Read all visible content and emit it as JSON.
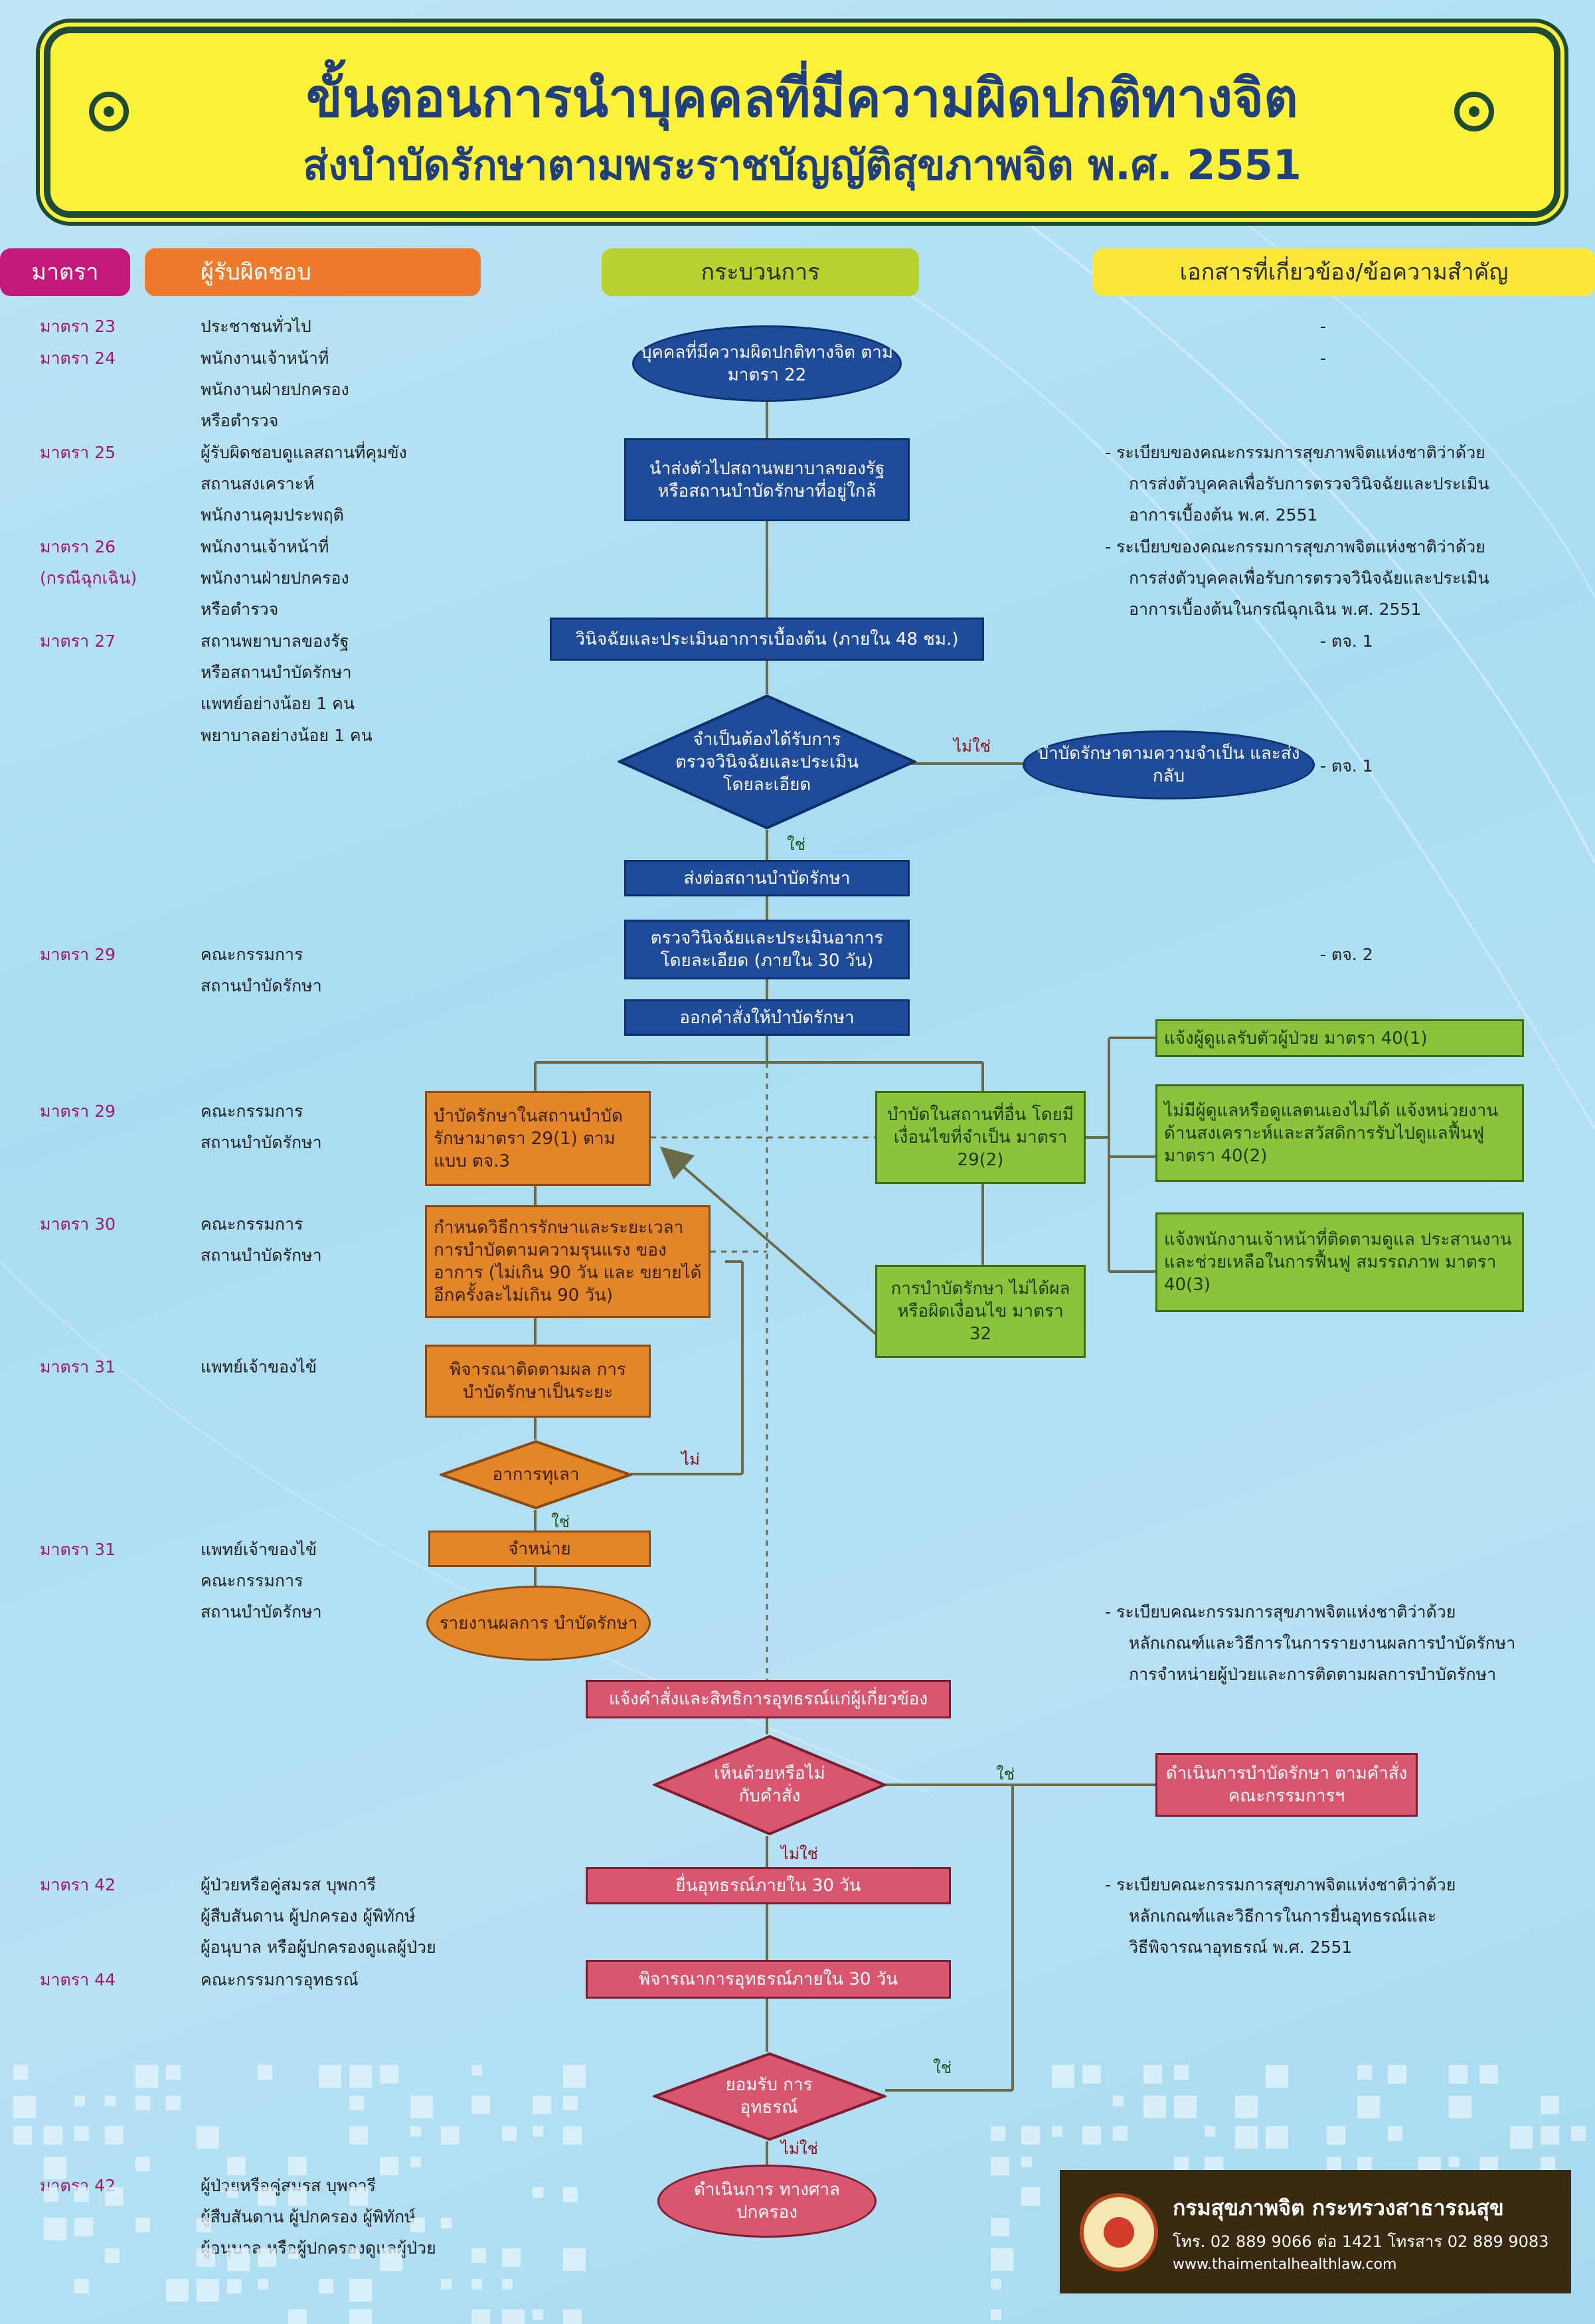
{
  "title": {
    "line1": "ขั้นตอนการนำบุคคลที่มีความผิดปกติทางจิต",
    "line2": "ส่งบำบัดรักษาตามพระราชบัญญัติสุขภาพจิต พ.ศ. 2551"
  },
  "headers": {
    "section": "มาตรา",
    "responsible": "ผู้รับผิดชอบ",
    "process": "กระบวนการ",
    "documents": "เอกสารที่เกี่ยวข้อง/ข้อความสำคัญ"
  },
  "sections": {
    "s23": "มาตรา 23",
    "s24": "มาตรา 24",
    "s25": "มาตรา 25",
    "s26": "มาตรา 26",
    "s26b": "(กรณีฉุกเฉิน)",
    "s27": "มาตรา 27",
    "s29a": "มาตรา 29",
    "s29b": "มาตรา 29",
    "s30": "มาตรา 30",
    "s31a": "มาตรา 31",
    "s31b": "มาตรา 31",
    "s42a": "มาตรา 42",
    "s44": "มาตรา 44",
    "s42b": "มาตรา 42"
  },
  "responsible": {
    "r23": "ประชาชนทั่วไป",
    "r24a": "พนักงานเจ้าหน้าที่",
    "r24b": "พนักงานฝ่ายปกครอง",
    "r24c": "หรือตำรวจ",
    "r25a": "ผู้รับผิดชอบดูแลสถานที่คุมขัง",
    "r25b": "สถานสงเคราะห์",
    "r25c": "พนักงานคุมประพฤติ",
    "r26a": "พนักงานเจ้าหน้าที่",
    "r26b": "พนักงานฝ่ายปกครอง",
    "r26c": "หรือตำรวจ",
    "r27a": "สถานพยาบาลของรัฐ",
    "r27b": "หรือสถานบำบัดรักษา",
    "r27c": "แพทย์อย่างน้อย 1 คน",
    "r27d": "พยาบาลอย่างน้อย 1 คน",
    "r29a1": "คณะกรรมการ",
    "r29a2": "สถานบำบัดรักษา",
    "r29b1": "คณะกรรมการ",
    "r29b2": "สถานบำบัดรักษา",
    "r30a": "คณะกรรมการ",
    "r30b": "สถานบำบัดรักษา",
    "r31a": "แพทย์เจ้าของไข้",
    "r31b1": "แพทย์เจ้าของไข้",
    "r31b2": "คณะกรรมการ",
    "r31b3": "สถานบำบัดรักษา",
    "r42a1": "ผู้ป่วยหรือคู่สมรส บุพการี",
    "r42a2": "ผู้สืบสันดาน ผู้ปกครอง ผู้พิทักษ์",
    "r42a3": "ผู้อนุบาล หรือผู้ปกครองดูแลผู้ป่วย",
    "r44": "คณะกรรมการอุทธรณ์",
    "r42b1": "ผู้ป่วยหรือคู่สมรส บุพการี",
    "r42b2": "ผู้สืบสันดาน ผู้ปกครอง ผู้พิทักษ์",
    "r42b3": "ผู้อนุบาล หรือผู้ปกครองดูแลผู้ป่วย"
  },
  "process": {
    "start": "บุคคลที่มีความผิดปกติทางจิต ตามมาตรา 22",
    "send": "นำส่งตัวไปสถานพยาบาลของรัฐ หรือสถานบำบัดรักษาที่อยู่ใกล้",
    "diagnose": "วินิจฉัยและประเมินอาการเบื้องต้น (ภายใน 48 ชม.)",
    "need_q": "จำเป็นต้องได้รับการ ตรวจวินิจฉัยและประเมิน โดยละเอียด",
    "treat_return": "บำบัดรักษาตามความจำเป็น และส่งกลับ",
    "forward": "ส่งต่อสถานบำบัดรักษา",
    "detail": "ตรวจวินิจฉัยและประเมินอาการ โดยละเอียด (ภายใน 30 วัน)",
    "order": "ออกคำสั่งให้บำบัดรักษา",
    "inpatient": "บำบัดรักษาในสถานบำบัด รักษามาตรา 29(1) ตามแบบ ตจ.3",
    "outpatient": "บำบัดในสถานที่อื่น โดยมีเงื่อนไขที่จำเป็น มาตรา 29(2)",
    "schedule": "กำหนดวิธีการรักษาและระยะเวลา การบำบัดตามความรุนแรง ของอาการ (ไม่เกิน 90 วัน และ ขยายได้อีกครั้งละไม่เกิน 90 วัน)",
    "not_effective": "การบำบัดรักษา ไม่ได้ผลหรือผิดเงื่อนไข มาตรา 32",
    "notify1": "แจ้งผู้ดูแลรับตัวผู้ป่วย มาตรา 40(1)",
    "notify2": "ไม่มีผู้ดูแลหรือดูแลตนเองไม่ได้ แจ้งหน่วยงาน ด้านสงเคราะห์และสวัสดิการรับไปดูแลฟื้นฟู มาตรา 40(2)",
    "notify3": "แจ้งพนักงานเจ้าหน้าที่ติดตามดูแล ประสานงานและช่วยเหลือในการฟื้นฟู สมรรถภาพ มาตรา 40(3)",
    "followup": "พิจารณาติดตามผล การบำบัดรักษาเป็นระยะ",
    "improve_q": "อาการทุเลา",
    "discharge": "จำหน่าย",
    "report": "รายงานผลการ บำบัดรักษา",
    "inform_rights": "แจ้งคำสั่งและสิทธิการอุทธรณ์แก่ผู้เกี่ยวข้อง",
    "agree_q": "เห็นด้วยหรือไม่ กับคำสั่ง",
    "carry_out": "ดำเนินการบำบัดรักษา ตามคำสั่งคณะกรรมการฯ",
    "appeal": "ยื่นอุทธรณ์ภายใน 30 วัน",
    "consider": "พิจารณาการอุทธรณ์ภายใน 30 วัน",
    "accept_q": "ยอมรับ การอุทธรณ์",
    "court": "ดำเนินการ ทางศาลปกครอง"
  },
  "labels": {
    "no1": "ไม่ใช่",
    "yes1": "ใช่",
    "no2": "ไม่",
    "yes2": "ใช่",
    "yes3": "ใช่",
    "no3": "ไม่ใช่",
    "yes4": "ใช่",
    "no4": "ไม่ใช่"
  },
  "documents": {
    "d23": "-",
    "d24": "-",
    "d25a": "- ระเบียบของคณะกรรมการสุขภาพจิตแห่งชาติว่าด้วย",
    "d25b": "การส่งตัวบุคคลเพื่อรับการตรวจวินิจฉัยและประเมิน",
    "d25c": "อาการเบื้องต้น พ.ศ. 2551",
    "d26a": "- ระเบียบของคณะกรรมการสุขภาพจิตแห่งชาติว่าด้วย",
    "d26b": "การส่งตัวบุคคลเพื่อรับการตรวจวินิจฉัยและประเมิน",
    "d26c": "อาการเบื้องต้นในกรณีฉุกเฉิน พ.ศ. 2551",
    "d27": "- ตจ. 1",
    "dneed": "- ตจ. 1",
    "d29": "- ตจ. 2",
    "d31a": "- ระเบียบคณะกรรมการสุขภาพจิตแห่งชาติว่าด้วย",
    "d31b": "หลักเกณฑ์และวิธีการในการรายงานผลการบำบัดรักษา",
    "d31c": "การจำหน่ายผู้ป่วยและการติดตามผลการบำบัดรักษา",
    "d42a": "- ระเบียบคณะกรรมการสุขภาพจิตแห่งชาติว่าด้วย",
    "d42b": "หลักเกณฑ์และวิธีการในการยื่นอุทธรณ์และ",
    "d42c": "วิธีพิจารณาอุทธรณ์ พ.ศ. 2551"
  },
  "footer": {
    "org": "กรมสุขภาพจิต กระทรวงสาธารณสุข",
    "phone": "โทร. 02 889 9066 ต่อ 1421 โทรสาร 02 889 9083",
    "web": "www.thaimentalhealthlaw.com"
  },
  "colors": {
    "title_bg": "#fef13a",
    "title_text": "#1f3f7d",
    "section": "#a0176a",
    "blue_box": "#1f4b9b",
    "orange_box": "#e3862a",
    "green_box": "#8bc33c",
    "pink_box": "#d8576e"
  }
}
